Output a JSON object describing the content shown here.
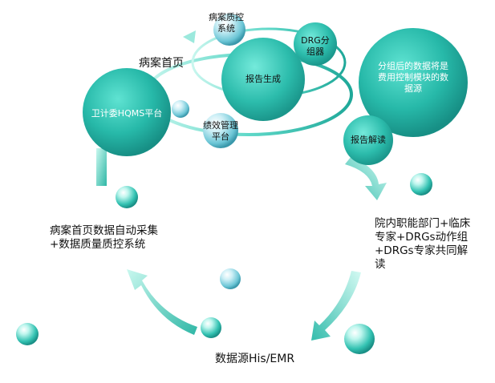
{
  "colors": {
    "teal_dark": "#1aa59a",
    "teal_mid": "#3fd1c0",
    "teal_light": "#9af0e2",
    "arrow_light": "#b8f5ea",
    "arrow_dark": "#2fb7a6"
  },
  "labels": {
    "homepage": "病案首页",
    "hqms": "卫计委HQMS平台",
    "quality": "病案质控系统",
    "drg": "DRG分组器",
    "report_gen": "报告生成",
    "perf": "绩效管理平台",
    "data_source_note": "分组后的数据将是费用控制模块的数据源",
    "report_read": "报告解读",
    "collect": "病案首页数据自动采集+数据质量质控系统",
    "team": "院内职能部门+临床专家+DRGs动作组+DRGs专家共同解读",
    "his": "数据源His/EMR"
  }
}
